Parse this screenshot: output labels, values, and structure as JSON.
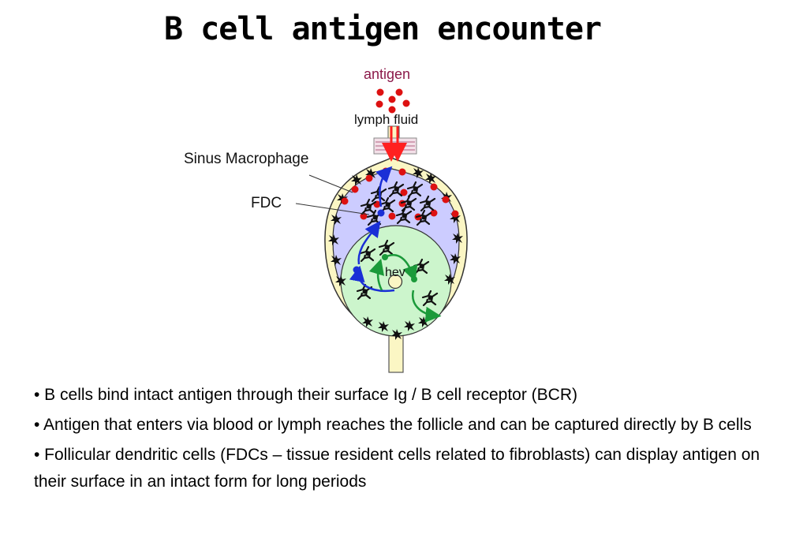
{
  "title": "B cell antigen encounter",
  "labels": {
    "antigen": "antigen",
    "lymph_fluid": "lymph fluid",
    "sinus_macrophage": "Sinus Macrophage",
    "fdc": "FDC",
    "hev": "hev"
  },
  "bullets": [
    "• B cells bind intact antigen through their surface Ig / B cell receptor (BCR)",
    "• Antigen that enters via blood or lymph reaches the follicle and can be captured directly by B cells",
    "• Follicular dendritic cells (FDCs – tissue resident cells related to fibroblasts) can display antigen on their surface in an intact form for long periods"
  ],
  "colors": {
    "antigen": "#dd1111",
    "capsule": "#fbf6c4",
    "cortex": "#ccccff",
    "follicle": "#ccf5cc",
    "blue_path": "#1a2fd6",
    "green_path": "#1b9a3a",
    "inflow_arrow": "#ff2020"
  }
}
